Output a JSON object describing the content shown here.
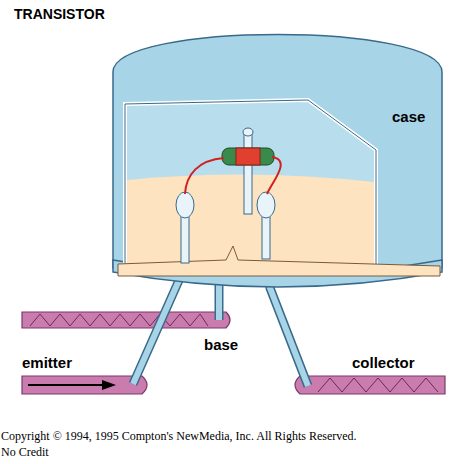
{
  "diagram": {
    "title": "TRANSISTOR",
    "labels": [
      "case",
      "base",
      "emitter",
      "collector",
      "Copyright © 1994, 1995 Compton's NewMedia, Inc. All Rights Reserved.",
      "No Credit"
    ]
  }
}
